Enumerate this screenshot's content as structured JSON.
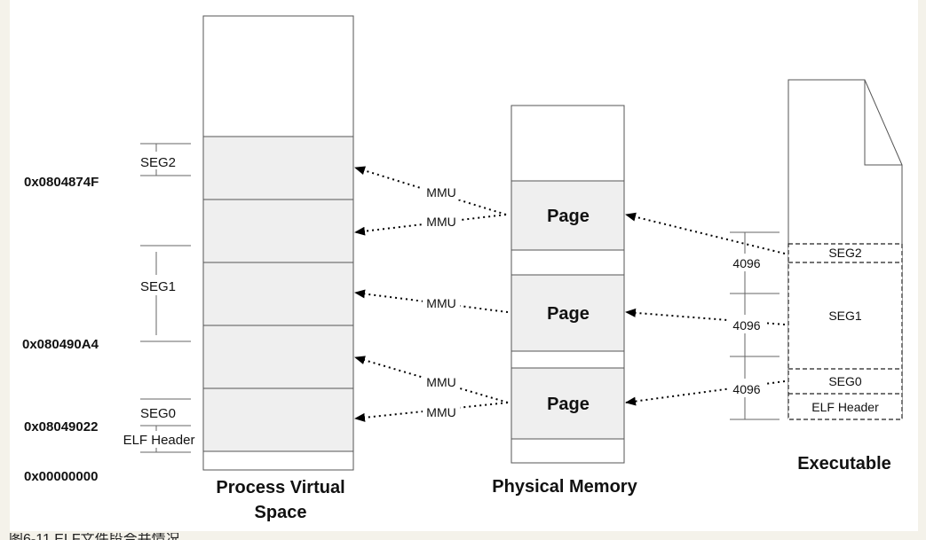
{
  "addresses": {
    "a0": "0x0804874F",
    "a1": "0x080490A4",
    "a2": "0x08049022",
    "a3": "0x00000000"
  },
  "virtual_space": {
    "title_line1": "Process Virtual",
    "title_line2": "Space",
    "segments": [
      "SEG2",
      "SEG1",
      "SEG0",
      "ELF Header"
    ]
  },
  "physical_memory": {
    "title": "Physical Memory",
    "pages": [
      "Page",
      "Page",
      "Page"
    ]
  },
  "executable": {
    "title": "Executable",
    "segments": [
      "SEG2",
      "SEG1",
      "SEG0",
      "ELF Header"
    ],
    "sizes": [
      "4096",
      "4096",
      "4096"
    ]
  },
  "mappings": {
    "mmu_labels": [
      "MMU",
      "MMU",
      "MMU",
      "MMU",
      "MMU"
    ]
  },
  "caption": "图6-11 ELF文件段合并情况"
}
